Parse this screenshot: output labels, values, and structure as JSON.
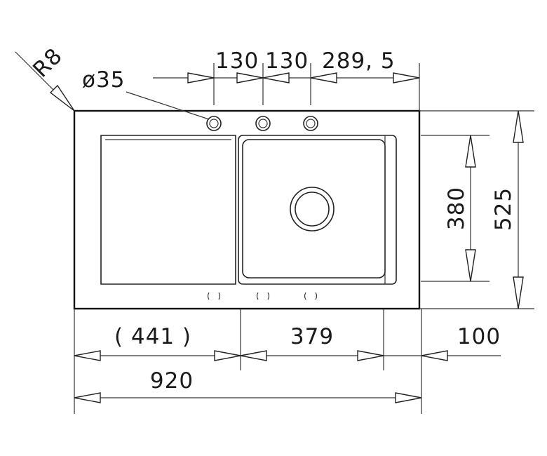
{
  "labels": {
    "corner_radius": "R8",
    "hole_diameter": "ø35",
    "tap_spacing_1": "130",
    "tap_spacing_2": "130",
    "tap_spacing_3": "289, 5",
    "drainer_width": "( 441 )",
    "bowl_width": "379",
    "back_offset": "100",
    "overall_width": "920",
    "bowl_depth": "380",
    "overall_depth": "525"
  }
}
